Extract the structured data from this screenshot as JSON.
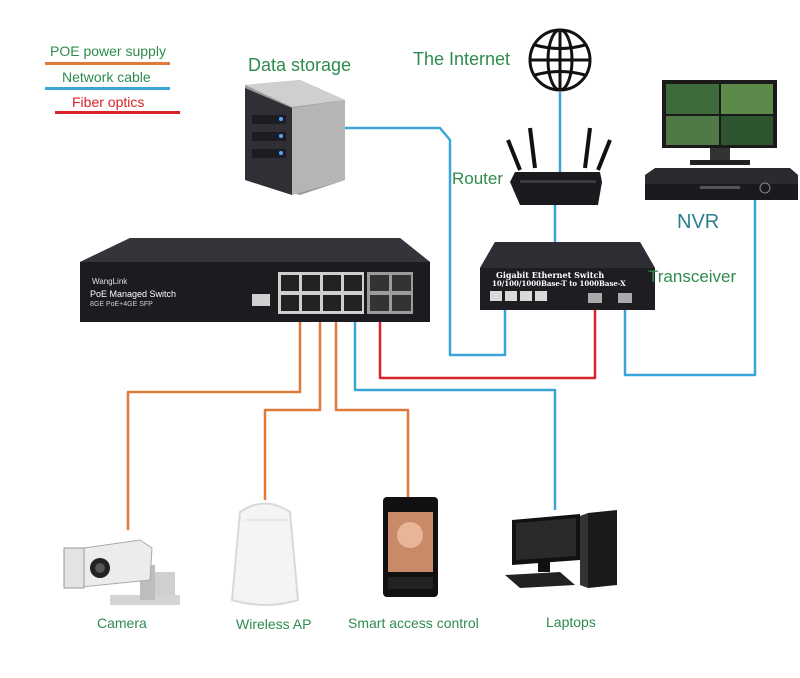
{
  "legend": {
    "items": [
      {
        "label": "POE power supply",
        "color": "#e07a3a"
      },
      {
        "label": "Network cable",
        "color": "#3aa6d8"
      },
      {
        "label": "Fiber optics",
        "color": "#d8232a"
      }
    ]
  },
  "nodes": {
    "data_storage": "Data storage",
    "internet": "The Internet",
    "router": "Router",
    "nvr": "NVR",
    "transceiver": "Transceiver",
    "camera": "Camera",
    "wireless_ap": "Wireless AP",
    "access_control": "Smart access control",
    "laptops": "Laptops"
  },
  "switch": {
    "brand": "WangLink",
    "title": "PoE Managed Switch",
    "subtitle": "8GE PoE+4GE SFP"
  },
  "transceiver_device": {
    "line1": "Gigabit Ethernet Switch",
    "line2": "10/100/1000Base-T to 1000Base-X"
  },
  "colors": {
    "poe": "#e07a3a",
    "network": "#3aa6d8",
    "fiber": "#d8232a",
    "label_green": "#2e8b4c",
    "label_teal": "#2b7f8f"
  }
}
